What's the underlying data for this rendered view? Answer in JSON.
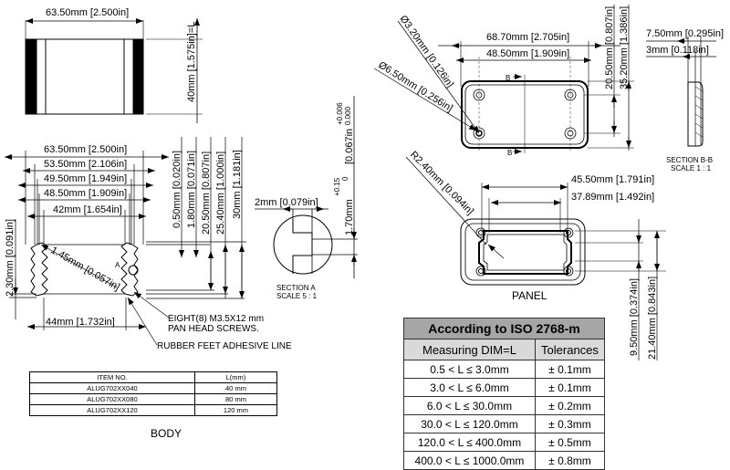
{
  "body_view": {
    "title": "BODY",
    "top_width": "63.50mm",
    "top_width_in": "2.500in",
    "length": "40mm",
    "length_in": "1.575in",
    "length_suffix": "=L",
    "horizontal_dims": [
      {
        "mm": "63.50mm",
        "in": "2.500in"
      },
      {
        "mm": "53.50mm",
        "in": "2.106in"
      },
      {
        "mm": "49.50mm",
        "in": "1.949in"
      },
      {
        "mm": "48.50mm",
        "in": "1.909in"
      },
      {
        "mm": "42mm",
        "in": "1.654in"
      }
    ],
    "vertical_dims": [
      {
        "mm": "0.50mm",
        "in": "0.020in"
      },
      {
        "mm": "1.80mm",
        "in": "0.071in"
      },
      {
        "mm": "20.50mm",
        "in": "0.807in"
      },
      {
        "mm": "25.40mm",
        "in": "1.000in"
      },
      {
        "mm": "30mm",
        "in": "1.181in"
      }
    ],
    "left_dim": {
      "mm": "2.30mm",
      "in": "0.091in"
    },
    "diag_dim": {
      "mm": "1.45mm",
      "in": "0.057in"
    },
    "bottom_dim": {
      "mm": "44mm",
      "in": "1.732in"
    },
    "section_marker": "A",
    "note_screws_1": "EIGHT(8) M3.5X12 mm",
    "note_screws_2": "PAN HEAD SCREWS.",
    "note_feet": "RUBBER FEET ADHESIVE LINE"
  },
  "section_a": {
    "title": "SECTION  A",
    "scale": "SCALE  5 : 1",
    "width": {
      "mm": "2mm",
      "in": "0.079in"
    },
    "height_mm": "1.70mm",
    "tol_mm_plus": "+0.15",
    "tol_mm_minus": "0",
    "height_in": "0.067in",
    "tol_in_plus": "+0.006",
    "tol_in_minus": "0.000"
  },
  "items_table": {
    "headers": [
      "ITEM NO.",
      "L(mm)"
    ],
    "rows": [
      [
        "ALUG702XX040",
        "40 mm"
      ],
      [
        "ALUG702XX080",
        "80 mm"
      ],
      [
        "ALUG702XX120",
        "120 mm"
      ]
    ]
  },
  "panel_top": {
    "width_outer": {
      "mm": "68.70mm",
      "in": "2.705in"
    },
    "width_holes": {
      "mm": "48.50mm",
      "in": "1.909in"
    },
    "hole_small": {
      "mm": "Ø3.20mm",
      "in": "0.126in"
    },
    "hole_large": {
      "mm": "Ø6.50mm",
      "in": "0.256in"
    },
    "height_holes": {
      "mm": "20.50mm",
      "in": "0.807in"
    },
    "height_outer": {
      "mm": "35.20mm",
      "in": "1.386in"
    },
    "section_marker": "B"
  },
  "section_bb": {
    "title": "SECTION  B-B",
    "scale": "SCALE  1 : 1",
    "thickness": {
      "mm": "7.50mm",
      "in": "0.295in"
    },
    "inner": {
      "mm": "3mm",
      "in": "0.118in"
    }
  },
  "panel": {
    "title": "PANEL",
    "radius": {
      "mm": "R2.40mm",
      "in": "0.094in"
    },
    "width_outer": {
      "mm": "45.50mm",
      "in": "1.791in"
    },
    "width_inner": {
      "mm": "37.89mm",
      "in": "1.492in"
    },
    "height_inner": {
      "mm": "9.50mm",
      "in": "0.374in"
    },
    "height_outer": {
      "mm": "21.40mm",
      "in": "0.843in"
    }
  },
  "tolerance_table": {
    "title": "According to ISO 2768-m",
    "headers": [
      "Measuring  DIM=L",
      "Tolerances"
    ],
    "rows": [
      [
        "0.5 < L ≤ 3.0mm",
        "± 0.1mm"
      ],
      [
        "3.0 < L ≤ 6.0mm",
        "± 0.1mm"
      ],
      [
        "6.0 < L ≤ 30.0mm",
        "± 0.2mm"
      ],
      [
        "30.0 < L ≤ 120.0mm",
        "± 0.3mm"
      ],
      [
        "120.0 < L ≤ 400.0mm",
        "± 0.5mm"
      ],
      [
        "400.0 < L ≤ 1000.0mm",
        "± 0.8mm"
      ]
    ],
    "header_color": "#a6a6a6",
    "subheader_color": "#d9d9d9"
  }
}
